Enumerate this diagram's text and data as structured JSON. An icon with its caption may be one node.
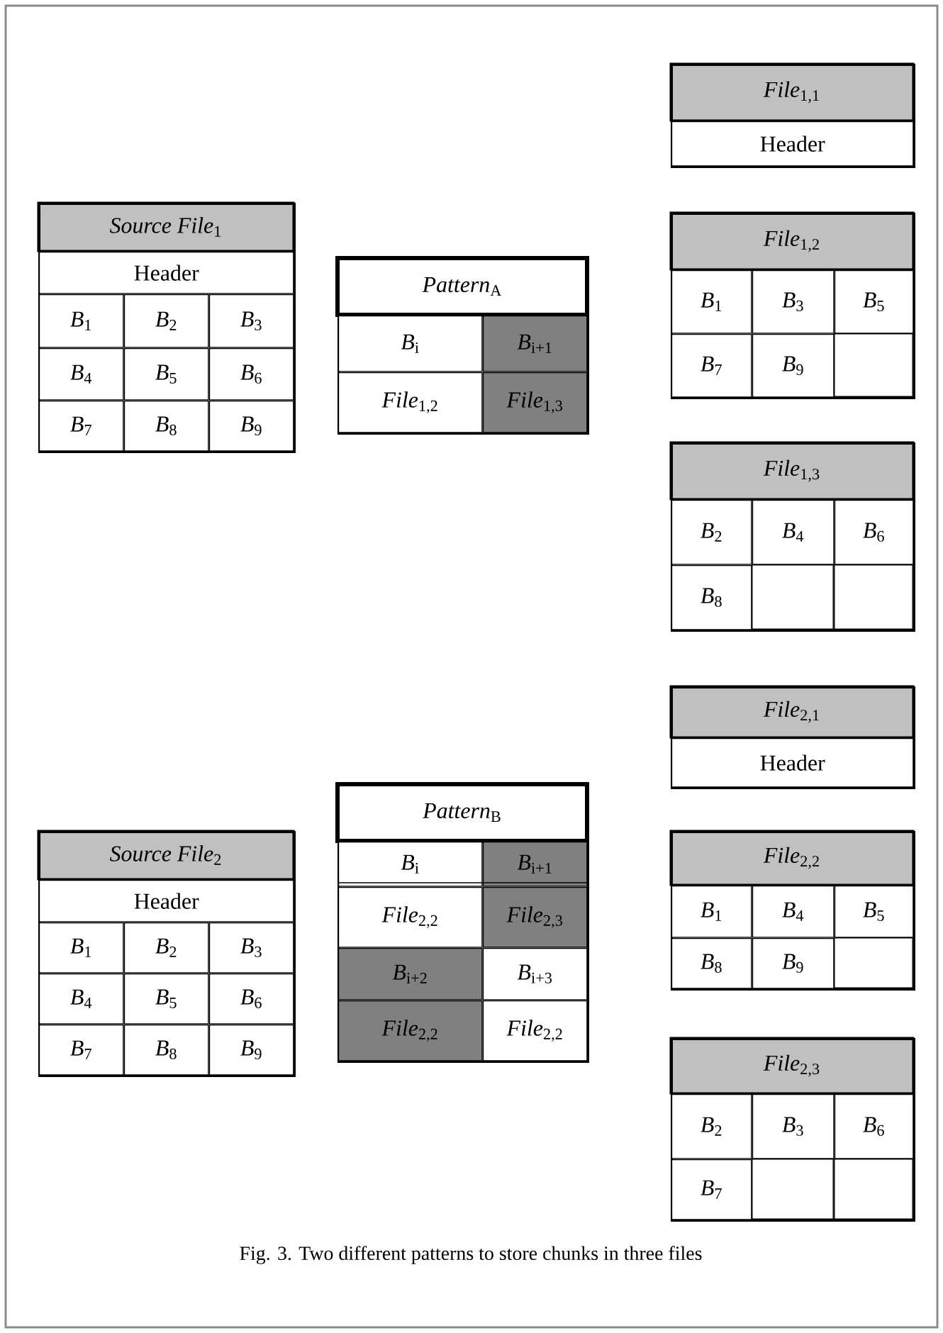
{
  "diagram": {
    "caption": "Fig. 3. Two different patterns to store chunks in three files",
    "nodes": [
      {
        "text": [
          "*Source File*$_{1}$"
        ]
      },
      {
        "text": [
          "Header"
        ],
        "in": 0
      },
      {
        "text": [
          "*B*$_{1}$"
        ],
        "in": 0
      },
      {
        "text": [
          "*B*$_{2}$"
        ],
        "in": 0
      },
      {
        "text": [
          "*B*$_{3}$"
        ],
        "in": 0
      },
      {
        "text": [
          "*B*$_{4}$"
        ],
        "in": 0
      },
      {
        "text": [
          "*B*$_{5}$"
        ],
        "in": 0
      },
      {
        "text": [
          "*B*$_{6}$"
        ],
        "in": 0
      },
      {
        "text": [
          "*B*$_{7}$"
        ],
        "in": 0
      },
      {
        "text": [
          "*B*$_{8}$"
        ],
        "in": 0
      },
      {
        "text": [
          "*B*$_{9}$"
        ],
        "in": 0
      },
      {
        "text": [
          "*Pattern*$_{A}$"
        ]
      },
      {
        "text": [
          "*B*$_{i}$"
        ],
        "in": 11
      },
      {
        "text": [
          "*B*$_{i+1}$"
        ],
        "in": 11
      },
      {
        "text": [
          "*File*$_{1,2}$"
        ],
        "in": 11
      },
      {
        "text": [
          "*File*$_{1,3}$"
        ],
        "in": 11
      },
      {
        "text": [
          "*File*$_{1,1}$"
        ]
      },
      {
        "text": [
          "Header"
        ],
        "in": 16
      },
      {
        "text": [
          "*File*$_{1,2}$"
        ]
      },
      {
        "text": [
          "*B*$_{1}$"
        ],
        "in": 18
      },
      {
        "text": [
          "*B*$_{3}$"
        ],
        "in": 18
      },
      {
        "text": [
          "*B*$_{5}$"
        ],
        "in": 18
      },
      {
        "text": [
          "*B*$_{7}$"
        ],
        "in": 18
      },
      {
        "text": [
          "*B*$_{9}$"
        ],
        "in": 18
      },
      {
        "text": [],
        "shape": "box",
        "in": 18
      },
      {
        "text": [
          "*File*$_{1,3}$"
        ]
      },
      {
        "text": [
          "*B*$_{2}$"
        ],
        "in": 25
      },
      {
        "text": [
          "*B*$_{4}$"
        ],
        "in": 25
      },
      {
        "text": [
          "*B*$_{6}$"
        ],
        "in": 25
      },
      {
        "text": [
          "*B*$_{8}$"
        ],
        "in": 25
      },
      {
        "text": [],
        "shape": "box",
        "in": 25
      },
      {
        "text": [],
        "shape": "box",
        "in": 25
      },
      {
        "text": [
          "*Source File*$_{2}$"
        ]
      },
      {
        "text": [
          "Header"
        ],
        "in": 32
      },
      {
        "text": [
          "*B*$_{1}$"
        ],
        "in": 32
      },
      {
        "text": [
          "*B*$_{2}$"
        ],
        "in": 32
      },
      {
        "text": [
          "*B*$_{3}$"
        ],
        "in": 32
      },
      {
        "text": [
          "*B*$_{4}$"
        ],
        "in": 32
      },
      {
        "text": [
          "*B*$_{5}$"
        ],
        "in": 32
      },
      {
        "text": [
          "*B*$_{6}$"
        ],
        "in": 32
      },
      {
        "text": [
          "*B*$_{7}$"
        ],
        "in": 32
      },
      {
        "text": [
          "*B*$_{8}$"
        ],
        "in": 32
      },
      {
        "text": [
          "*B*$_{9}$"
        ],
        "in": 32
      },
      {
        "text": [
          "*Pattern*$_{B}$"
        ]
      },
      {
        "text": [
          "*B*$_{i}$"
        ],
        "in": 43
      },
      {
        "text": [
          "*B*$_{i+1}$"
        ],
        "in": 43
      },
      {
        "text": [
          "*File*$_{2,2}$"
        ],
        "in": 43
      },
      {
        "text": [
          "*File*$_{2,3}$"
        ],
        "in": 43
      },
      {
        "text": [
          "*B*$_{i+2}$"
        ],
        "in": 43
      },
      {
        "text": [
          "*B*$_{i+3}$"
        ],
        "in": 43
      },
      {
        "text": [
          "*File*$_{2,2}$"
        ],
        "in": 43
      },
      {
        "text": [
          "*File*$_{2,2}$"
        ],
        "in": 43
      },
      {
        "text": [
          "*File*$_{2,1}$"
        ]
      },
      {
        "text": [
          "Header"
        ],
        "in": 52
      },
      {
        "text": [
          "*File*$_{2,2}$"
        ]
      },
      {
        "text": [
          "*B*$_{1}$"
        ],
        "in": 54
      },
      {
        "text": [
          "*B*$_{4}$"
        ],
        "in": 54
      },
      {
        "text": [
          "*B*$_{5}$"
        ],
        "in": 54
      },
      {
        "text": [
          "*B*$_{8}$"
        ],
        "in": 54
      },
      {
        "text": [
          "*B*$_{9}$"
        ],
        "in": 54
      },
      {
        "text": [],
        "shape": "box",
        "in": 54
      },
      {
        "text": [
          "*File*$_{2,3}$"
        ]
      },
      {
        "text": [
          "*B*$_{2}$"
        ],
        "in": 61
      },
      {
        "text": [
          "*B*$_{3}$"
        ],
        "in": 61
      },
      {
        "text": [
          "*B*$_{6}$"
        ],
        "in": 61
      },
      {
        "text": [
          "*B*$_{7}$"
        ],
        "in": 61
      },
      {
        "text": [],
        "shape": "box",
        "in": 61
      },
      {
        "text": [],
        "shape": "box",
        "in": 61
      }
    ]
  }
}
